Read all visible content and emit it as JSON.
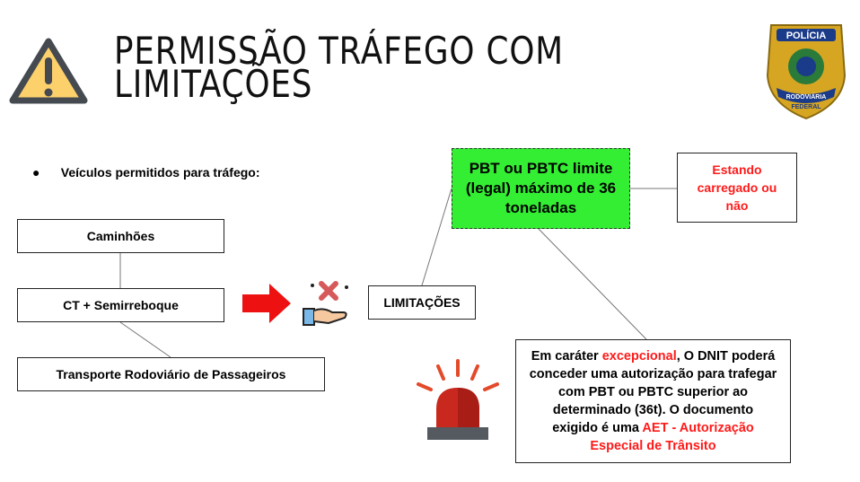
{
  "title_line1": "PERMISSÃO TRÁFEGO COM",
  "title_line2": "LIMITAÇÕES",
  "logo": {
    "top": "POLÍCIA",
    "bottom1": "RODOVIÁRIA",
    "bottom2": "FEDERAL"
  },
  "bullet": "Veículos permitidos para tráfego:",
  "vehicles": [
    "Caminhões",
    "CT +  Semirreboque",
    "Transporte Rodoviário de Passageiros"
  ],
  "limitations_label": "LIMITAÇÕES",
  "limit_box": "PBT ou PBTC limite (legal) máximo de 36 toneladas",
  "loaded_note": "Estando carregado ou não",
  "exception": {
    "p1": "Em caráter ",
    "p2": "excepcional",
    ",": ",",
    "p3": ", O DNIT poderá conceder uma autorização para trafegar com PBT ou PBTC superior ao determinado (36t). O documento exigido é uma ",
    "p4": "AET - Autorização Especial de Trânsito"
  },
  "colors": {
    "green": "#33ee33",
    "red": "#ff1a1a"
  }
}
